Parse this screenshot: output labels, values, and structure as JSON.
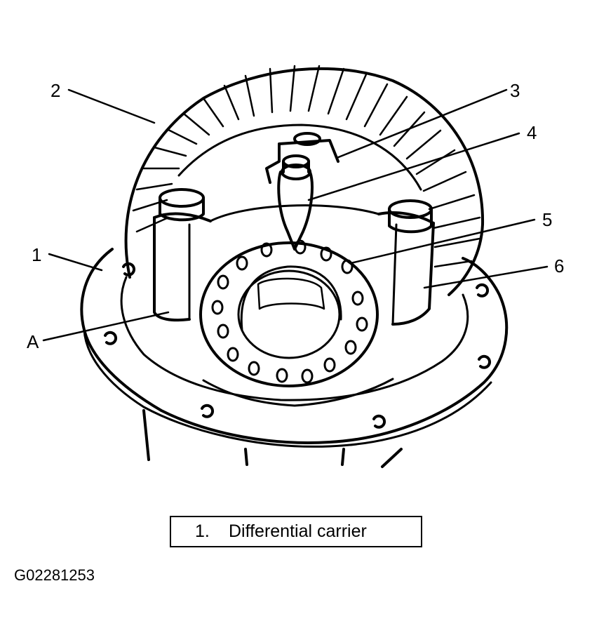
{
  "callouts": {
    "c1": "1",
    "c2": "2",
    "c3": "3",
    "c4": "4",
    "c5": "5",
    "c6": "6",
    "cA": "A"
  },
  "legend": {
    "number": "1.",
    "text": "Differential carrier"
  },
  "figure_id": "G02281253"
}
